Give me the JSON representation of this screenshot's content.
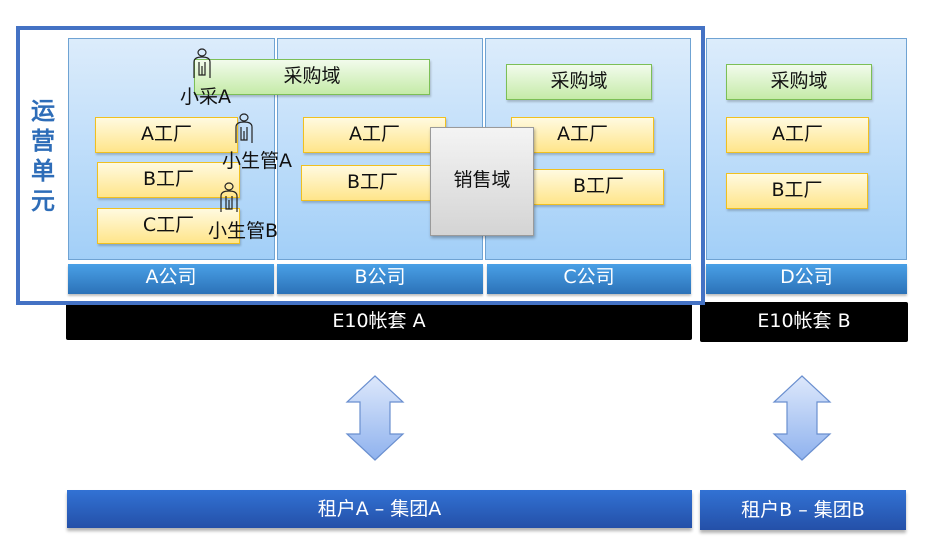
{
  "operating_unit": {
    "label_chars": [
      "运",
      "营",
      "单",
      "元"
    ]
  },
  "companies": [
    {
      "name": "A公司"
    },
    {
      "name": "B公司"
    },
    {
      "name": "C公司"
    },
    {
      "name": "D公司"
    }
  ],
  "purchase_domain_label": "采购域",
  "sales_domain_label": "销售域",
  "factories": {
    "a": "A工厂",
    "b": "B工厂",
    "c": "C工厂"
  },
  "people": [
    {
      "name": "小采A",
      "role": "purchaser"
    },
    {
      "name": "小生管A",
      "role": "production-manager"
    },
    {
      "name": "小生管B",
      "role": "production-manager"
    }
  ],
  "ledgers": [
    {
      "name": "E10帐套 A"
    },
    {
      "name": "E10帐套 B"
    }
  ],
  "tenants": [
    {
      "name": "租户A – 集团A"
    },
    {
      "name": "租户B – 集团B"
    }
  ],
  "colors": {
    "operating_unit_frame": "#4472c4",
    "company_bar": "#3a8ad4",
    "purchase_domain": "#c5eba8",
    "factory": "#ffe58a",
    "sales_domain": "#dcdcdc",
    "ledger": "#000000",
    "tenant": "#2a5cbc"
  }
}
